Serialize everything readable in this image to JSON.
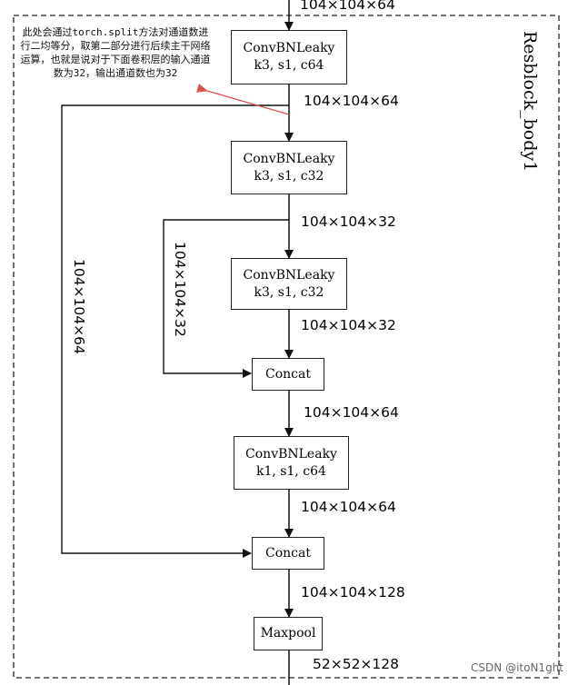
{
  "title": "Resblock_body1",
  "note": "此处会通过torch.split方法对通道数进行二均等分，取第二部分进行后续主干网络运算，也就是说对于下面卷积层的输入通道数为32，输出通道数也为32",
  "boxes": {
    "conv1": {
      "name": "ConvBNLeaky",
      "params": "k3, s1, c64"
    },
    "conv2": {
      "name": "ConvBNLeaky",
      "params": "k3, s1, c32"
    },
    "conv3": {
      "name": "ConvBNLeaky",
      "params": "k3, s1, c32"
    },
    "concat1": {
      "name": "Concat"
    },
    "conv4": {
      "name": "ConvBNLeaky",
      "params": "k1, s1, c64"
    },
    "concat2": {
      "name": "Concat"
    },
    "maxpool": {
      "name": "Maxpool"
    }
  },
  "dims": {
    "top": "104×104×64",
    "after_conv1": "104×104×64",
    "after_conv2": "104×104×32",
    "after_conv3": "104×104×32",
    "after_concat1": "104×104×64",
    "after_conv4": "104×104×64",
    "after_concat2": "104×104×128",
    "after_maxpool": "52×52×128",
    "inner_skip": "104×104×32",
    "outer_skip": "104×104×64"
  },
  "watermark": "CSDN @itoN1ght"
}
